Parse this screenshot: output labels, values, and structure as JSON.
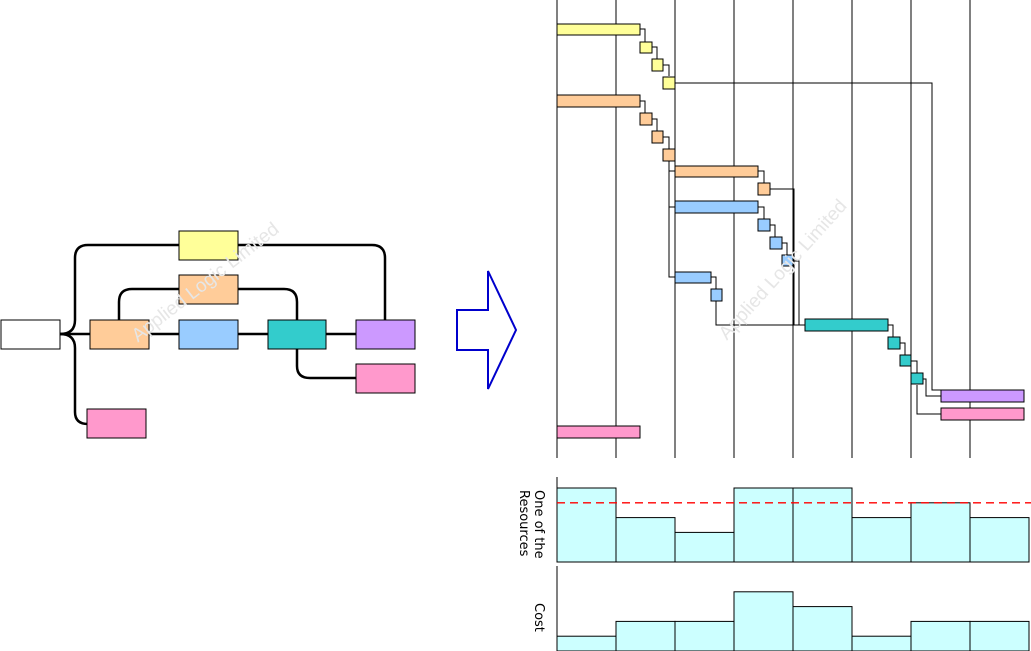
{
  "labels": {
    "resources_line1": "One of the",
    "resources_line2": "Resources",
    "cost": "Cost",
    "watermark": "Applied Logic Limited"
  },
  "colors": {
    "yellow": "#ffff99",
    "orange": "#ffcc99",
    "blue": "#99ccff",
    "teal": "#33cccc",
    "purple": "#cc99ff",
    "pink": "#ff99cc",
    "histogram_fill": "#ccffff",
    "arrow": "#0000cc",
    "limit_line": "#ff0000"
  },
  "histograms": {
    "resources": [
      5,
      3,
      2,
      5,
      5,
      3,
      4,
      3
    ],
    "resource_limit": 4,
    "cost": [
      1,
      2,
      2,
      4,
      3,
      1,
      2,
      2
    ]
  }
}
